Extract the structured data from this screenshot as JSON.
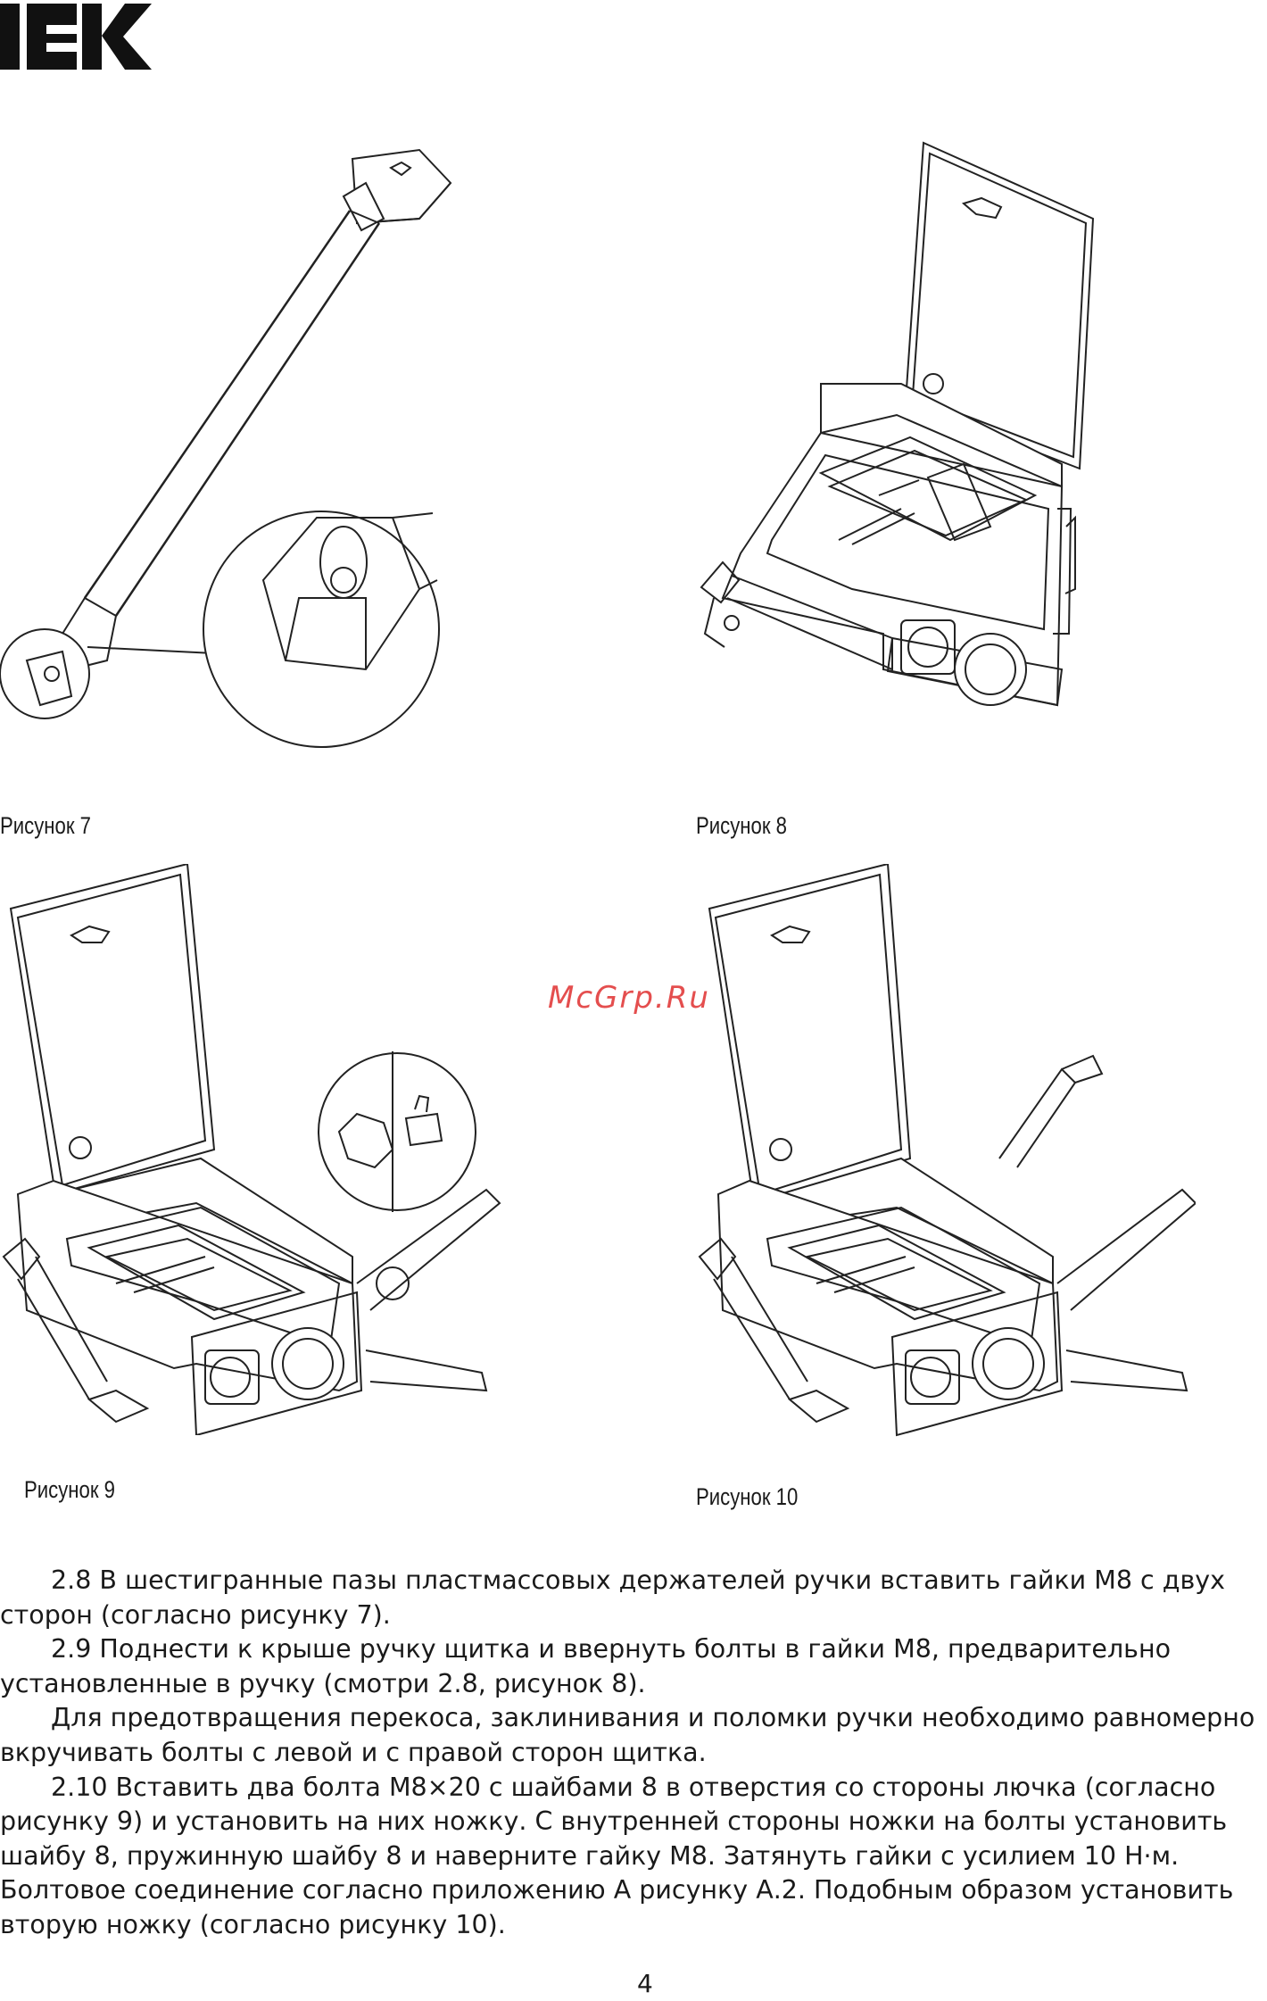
{
  "brand": {
    "logo_text": "IEK"
  },
  "figures": [
    {
      "id": "fig7",
      "caption": "Рисунок 7"
    },
    {
      "id": "fig8",
      "caption": "Рисунок 8"
    },
    {
      "id": "fig9",
      "caption": "Рисунок 9"
    },
    {
      "id": "fig10",
      "caption": "Рисунок 10"
    }
  ],
  "watermark": "McGrp.Ru",
  "body": {
    "paragraphs": [
      "2.8  В шестигранные пазы пластмассовых держателей ручки вставить гайки М8 с двух сторон (согласно рисунку 7).",
      "2.9  Поднести к крыше ручку щитка и ввернуть болты в гайки М8, предварительно установленные в ручку (смотри 2.8, рисунок 8).",
      "Для предотвращения перекоса, заклинивания и поломки ручки необходимо равномерно вкручивать болты с левой и с правой сторон щитка.",
      "2.10  Вставить два болта М8×20 с шайбами 8 в отверстия со стороны лючка (согласно рисунку 9) и установить на них ножку. С внутренней стороны ножки на болты установить шайбу 8, пружинную шайбу 8 и наверните гайку М8. Затянуть гайки с усилием 10 Н·м. Болтовое соединение согласно приложению А рисунку А.2. Подобным образом установить вторую ножку (согласно рисунку 10)."
    ]
  },
  "page_number": "4"
}
